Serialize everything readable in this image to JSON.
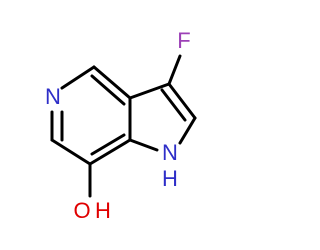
{
  "molecule": {
    "atoms": {
      "F": {
        "text": "F",
        "color": "#9c40b6"
      },
      "N_ring": {
        "text": "N",
        "color": "#2e2ec8"
      },
      "NH": {
        "text": "N",
        "color": "#2e2ec8"
      },
      "H": {
        "text": "H",
        "color": "#2e2ec8"
      },
      "O": {
        "text": "O",
        "color": "#e00000"
      },
      "OH_H": {
        "text": "H",
        "color": "#e00000"
      }
    },
    "bond_color": "#000000"
  }
}
